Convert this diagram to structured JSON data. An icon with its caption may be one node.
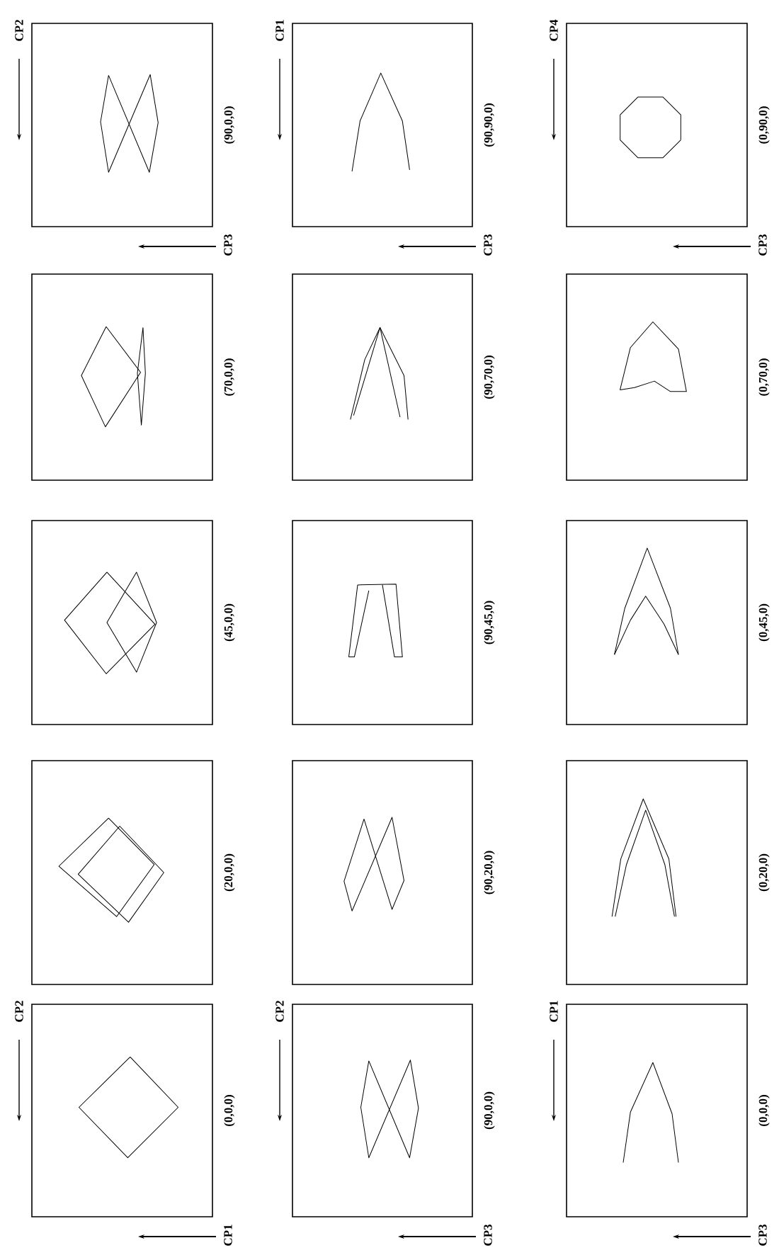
{
  "diagram": {
    "nodes": [
      {
        "text": [
          "(0,0,0)"
        ]
      },
      {
        "text": [
          "(20,0,0)"
        ]
      },
      {
        "text": [
          "(45,0,0)"
        ]
      },
      {
        "text": [
          "(70,0,0)"
        ]
      },
      {
        "text": [
          "(90,0,0)"
        ]
      },
      {
        "text": [
          "(90,0,0)"
        ]
      },
      {
        "text": [
          "(90,20,0)"
        ]
      },
      {
        "text": [
          "(90,45,0)"
        ]
      },
      {
        "text": [
          "(90,70,0)"
        ]
      },
      {
        "text": [
          "(90,90,0)"
        ]
      },
      {
        "text": [
          "(0,0,0)"
        ]
      },
      {
        "text": [
          "(0,20,0)"
        ]
      },
      {
        "text": [
          "(0,45,0)"
        ]
      },
      {
        "text": [
          "(0,70,0)"
        ]
      },
      {
        "text": [
          "(0,90,0)"
        ]
      }
    ],
    "labels": [
      "CP2",
      "CP1",
      "CP2",
      "CP3",
      "CP2",
      "CP3",
      "CP1",
      "CP3",
      "CP1",
      "CP3",
      "CP4",
      "CP3"
    ]
  }
}
